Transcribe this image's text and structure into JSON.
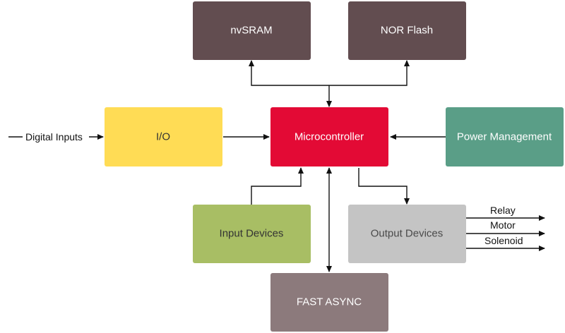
{
  "blocks": {
    "nvsram": {
      "label": "nvSRAM",
      "fill": "#624D50",
      "text_color": "#FFFFFF"
    },
    "nor_flash": {
      "label": "NOR Flash",
      "fill": "#624D50",
      "text_color": "#FFFFFF"
    },
    "io": {
      "label": "I/O",
      "fill": "#FFDC55",
      "text_color": "#333333"
    },
    "mcu": {
      "label": "Microcontroller",
      "fill": "#E30A35",
      "text_color": "#FFFFFF"
    },
    "power": {
      "label": "Power Management",
      "fill": "#5A9E87",
      "text_color": "#FFFFFF"
    },
    "input_dev": {
      "label": "Input Devices",
      "fill": "#A8BE64",
      "text_color": "#333333"
    },
    "output_dev": {
      "label": "Output Devices",
      "fill": "#C4C4C4",
      "text_color": "#4A4A4A"
    },
    "fast_async": {
      "label": "FAST ASYNC",
      "fill": "#8C7A7C",
      "text_color": "#FFFFFF"
    }
  },
  "external_labels": {
    "digital_inputs": "Digital Inputs",
    "relay": "Relay",
    "motor": "Motor",
    "solenoid": "Solenoid"
  }
}
